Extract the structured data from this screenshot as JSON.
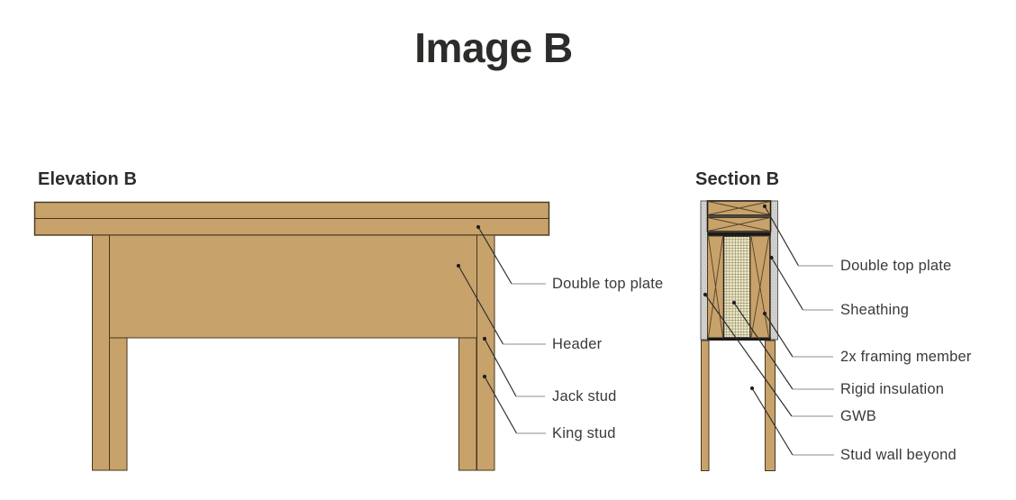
{
  "title": "Image B",
  "elevation": {
    "heading": "Elevation B",
    "labels": [
      "Double top plate",
      "Header",
      "Jack stud",
      "King stud"
    ],
    "parts": [
      "double-top-plate",
      "header",
      "jack-stud",
      "king-stud"
    ]
  },
  "section": {
    "heading": "Section B",
    "labels": [
      "Double top plate",
      "Sheathing",
      "2x framing member",
      "Rigid insulation",
      "GWB",
      "Stud wall beyond"
    ],
    "parts": [
      "double-top-plate",
      "sheathing",
      "2x-framing-member",
      "rigid-insulation",
      "gwb",
      "stud-wall-beyond"
    ]
  },
  "colors": {
    "wood_fill": "#C8A26B",
    "wood_border": "#46371f",
    "grain_stroke": "#54422a",
    "solid_member": "#1a1a1a",
    "gwb_fill": "#dcdbd9",
    "stipple_dot": "#8f8d8a",
    "insulation_fill": "#f1ebd4",
    "insulation_grid": "#8c864f",
    "leader_dark": "#2f2f2f",
    "leader_light": "#b5b2ae",
    "label_text": "#3b3a37",
    "heading_text": "#2e2d2b"
  }
}
